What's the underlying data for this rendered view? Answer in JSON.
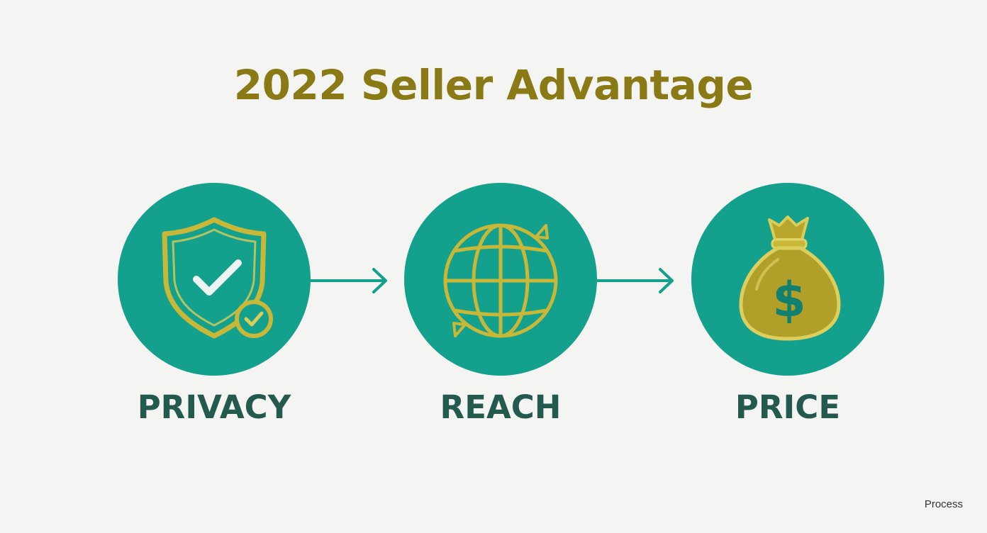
{
  "title": "2022 Seller Advantage",
  "steps": [
    {
      "label": "PRIVACY",
      "icon": "shield-check-icon"
    },
    {
      "label": "REACH",
      "icon": "globe-icon"
    },
    {
      "label": "PRICE",
      "icon": "money-bag-icon"
    }
  ],
  "watermark": "Process",
  "colors": {
    "title": "#8a7a16",
    "circle": "#13a08c",
    "label": "#245a4e",
    "icon_gold": "#c9b837",
    "arrow": "#13a08c",
    "background": "#f4f5f3"
  }
}
